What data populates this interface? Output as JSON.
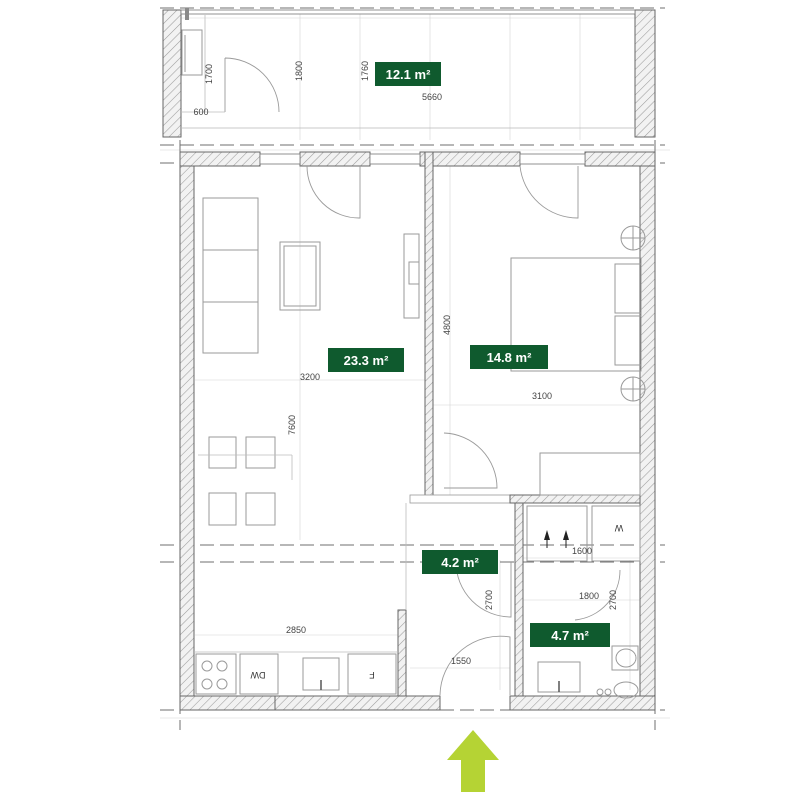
{
  "colors": {
    "badge": "#0f5a2e",
    "entrance_arrow": "#b5d334",
    "walls": "#d9d9d9"
  },
  "rooms": {
    "balcony": {
      "area": "12.1 m²"
    },
    "living": {
      "area": "23.3 m²"
    },
    "bedroom": {
      "area": "14.8 m²"
    },
    "hall": {
      "area": "4.2 m²"
    },
    "bathroom": {
      "area": "4.7 m²"
    }
  },
  "dimensions": {
    "d1700": "1700",
    "d600": "600",
    "d1800_balcony": "1800",
    "d1760": "1760",
    "d5660": "5660",
    "d3200": "3200",
    "d7600": "7600",
    "d4800": "4800",
    "d3100": "3100",
    "d1600": "1600",
    "d2700_hall": "2700",
    "d1800_bath": "1800",
    "d2700_bath": "2700",
    "d2850": "2850",
    "d1550": "1550"
  },
  "appliances": {
    "dishwasher": "DW",
    "fridge": "F",
    "washer": "W"
  },
  "icons": {
    "entrance": "entrance-arrow-icon",
    "sink": "sink-icon",
    "toilet": "toilet-icon",
    "cooktop": "cooktop-icon"
  }
}
